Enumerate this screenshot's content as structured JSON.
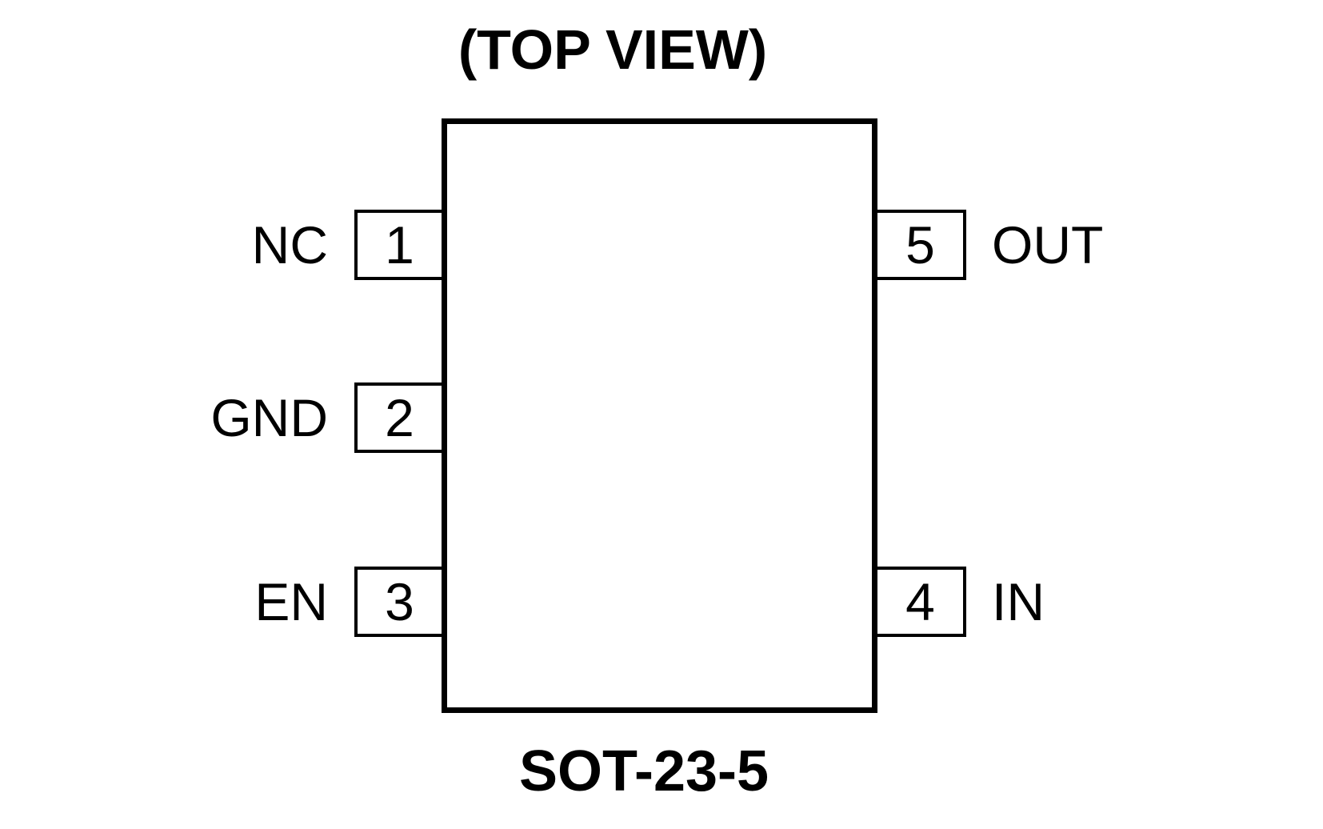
{
  "diagram": {
    "title": "(TOP VIEW)",
    "package": "SOT-23-5",
    "pins": [
      {
        "number": "1",
        "label": "NC",
        "side": "left"
      },
      {
        "number": "2",
        "label": "GND",
        "side": "left"
      },
      {
        "number": "3",
        "label": "EN",
        "side": "left"
      },
      {
        "number": "4",
        "label": "IN",
        "side": "right"
      },
      {
        "number": "5",
        "label": "OUT",
        "side": "right"
      }
    ],
    "colors": {
      "line": "#000000",
      "background": "#ffffff"
    }
  }
}
